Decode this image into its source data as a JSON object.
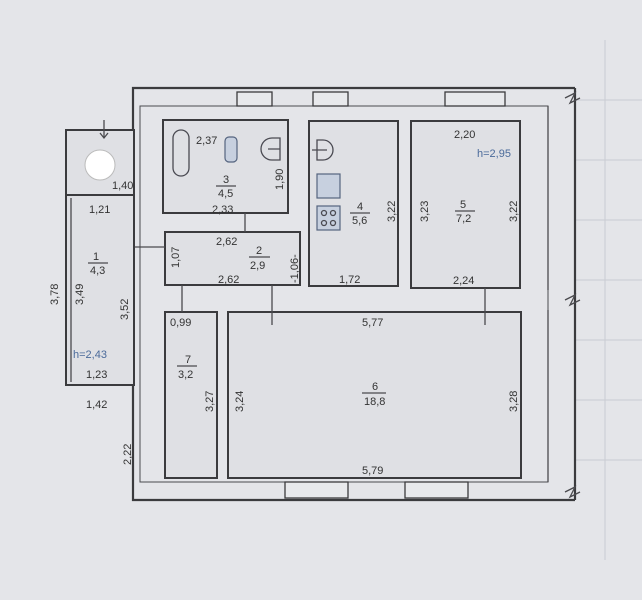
{
  "plan": {
    "rooms": {
      "r1": {
        "num": "1",
        "area": "4,3"
      },
      "r2": {
        "num": "2",
        "area": "2,9"
      },
      "r3": {
        "num": "3",
        "area": "4,5"
      },
      "r4": {
        "num": "4",
        "area": "5,6"
      },
      "r5": {
        "num": "5",
        "area": "7,2"
      },
      "r6": {
        "num": "6",
        "area": "18,8"
      },
      "r7": {
        "num": "7",
        "area": "3,2"
      }
    },
    "dims": {
      "d140": "1,40",
      "d121": "1,21",
      "d378": "3,78",
      "d349": "3,49",
      "d352": "3,52",
      "d123": "1,23",
      "d142": "1,42",
      "d222": "2,22",
      "d237": "2,37",
      "d190": "1,90",
      "d233": "2,33",
      "d262a": "2,62",
      "d262b": "2,62",
      "d107": "1,07",
      "d106": "-1,06-",
      "d172": "1,72",
      "d322a": "3,22",
      "d220": "2,20",
      "d323": "3,23",
      "d322b": "3,22",
      "d224": "2,24",
      "d099": "0,99",
      "d577": "5,77",
      "d327": "3,27",
      "d324": "3,24",
      "d328": "3,28",
      "d579": "5,79"
    },
    "heights": {
      "h1": "h=2,43",
      "h2": "h=2,95"
    }
  }
}
